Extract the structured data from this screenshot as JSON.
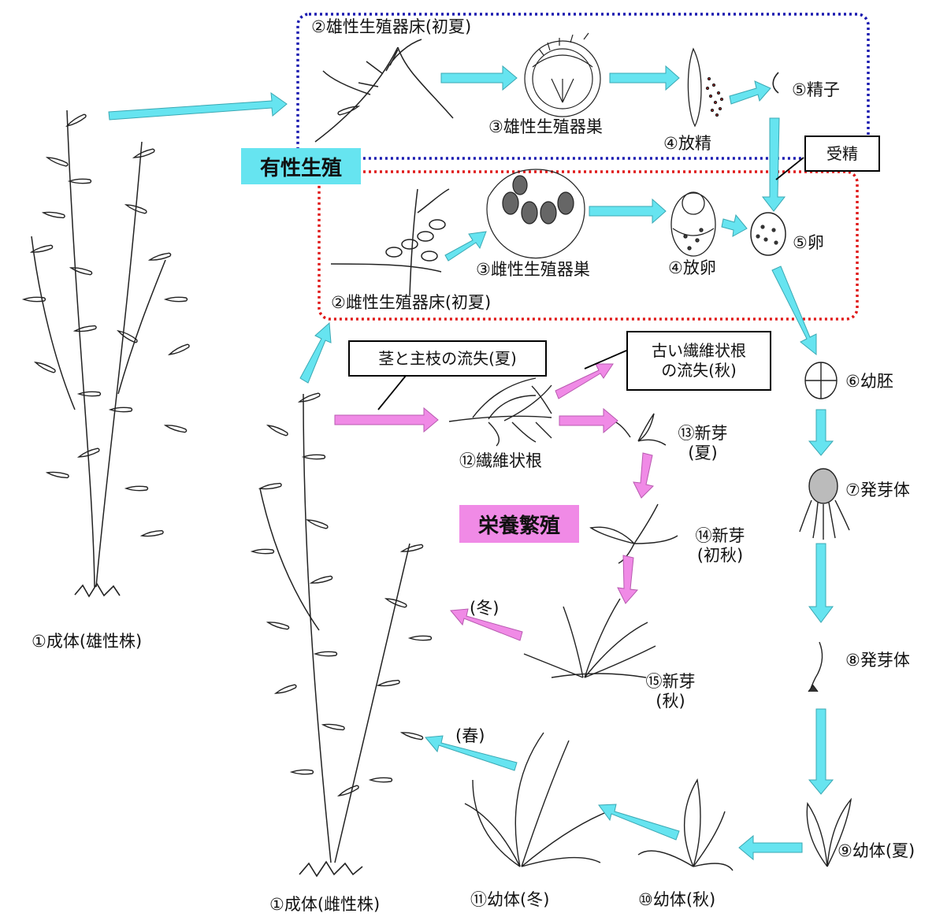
{
  "colors": {
    "cyan_arrow": "#66e4f0",
    "pink_arrow": "#f08ae6",
    "sexual_tag": "#66e4f0",
    "vegetative_tag": "#f08ae6",
    "male_border": "#1a1ab0",
    "female_border": "#e01a1a"
  },
  "tags": {
    "sexual": "有性生殖",
    "vegetative": "栄養繁殖"
  },
  "callouts": {
    "fertilization": "受精",
    "stem_loss": "茎と主枝の流失(夏)",
    "old_root_loss_line1": "古い繊維状根",
    "old_root_loss_line2": "の流失(秋)"
  },
  "labels": {
    "adult_male": "①成体(雄性株)",
    "adult_female": "①成体(雌性株)",
    "male_receptacle": "②雄性生殖器床(初夏)",
    "female_receptacle": "②雌性生殖器床(初夏)",
    "male_conceptacle": "③雄性生殖器巣",
    "female_conceptacle": "③雌性生殖器巣",
    "sperm_release": "④放精",
    "egg_release": "④放卵",
    "sperm": "⑤精子",
    "egg": "⑤卵",
    "embryo": "⑥幼胚",
    "germling7": "⑦発芽体",
    "germling8": "⑧発芽体",
    "juvenile_summer": "⑨幼体(夏)",
    "juvenile_autumn": "⑩幼体(秋)",
    "juvenile_winter": "⑪幼体(冬)",
    "fibrous_root": "⑫繊維状根",
    "shoot13_line1": "⑬新芽",
    "shoot13_line2": "(夏)",
    "shoot14_line1": "⑭新芽",
    "shoot14_line2": "(初秋)",
    "shoot15_line1": "⑮新芽",
    "shoot15_line2": "(秋)",
    "season_winter": "(冬)",
    "season_spring": "(春)"
  },
  "icons": [
    "adult-plant-icon",
    "receptacle-icon",
    "conceptacle-icon",
    "antheridium-icon",
    "oogonium-icon",
    "sperm-icon",
    "egg-icon",
    "embryo-icon",
    "germling-icon",
    "juvenile-icon",
    "root-icon",
    "shoot-icon"
  ]
}
